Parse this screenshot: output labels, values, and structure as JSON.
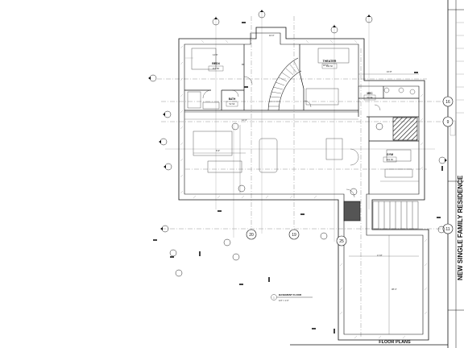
{
  "title_block": {
    "project_name": "NEW SINGLE FAMILY RESIDENCE",
    "sheet_title": "FLOOR PLANS"
  },
  "drawing": {
    "label": "BASEMENT FLOOR",
    "scale": "1/4\" = 1'-0\""
  },
  "rooms": [
    {
      "name": "BED4",
      "area": "217 SF"
    },
    {
      "name": "BATH",
      "area": "52 SF"
    },
    {
      "name": "THEATER",
      "area": "344 SF"
    },
    {
      "name": "MEC",
      "area": "50 SF"
    },
    {
      "name": "GYM",
      "area": "331 SF"
    }
  ],
  "grid_bubbles": {
    "right": [
      "16",
      "9",
      "11"
    ],
    "bottom": [
      "20",
      "19"
    ],
    "interior": [
      "25"
    ]
  }
}
